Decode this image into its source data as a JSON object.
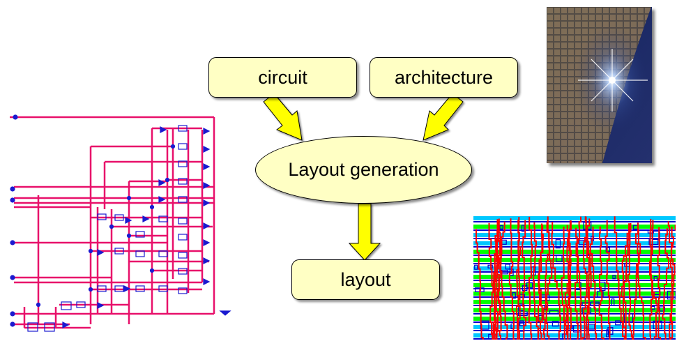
{
  "flow": {
    "circuit_label": "circuit",
    "architecture_label": "architecture",
    "generation_label": "Layout generation",
    "layout_label": "layout"
  },
  "colors": {
    "box_fill": "#ffffc4",
    "arrow_fill": "#ffff00",
    "schematic_wire": "#e8106a",
    "schematic_gate": "#1a1ad0",
    "layout_metal_red": "#ff0000",
    "layout_green": "#00ff00",
    "layout_cyan": "#00c8ff",
    "layout_blue": "#0000cc"
  },
  "images": {
    "left": "circuit-schematic-image",
    "top_right": "silicon-wafer-photo",
    "bottom_right": "chip-layout-image"
  }
}
